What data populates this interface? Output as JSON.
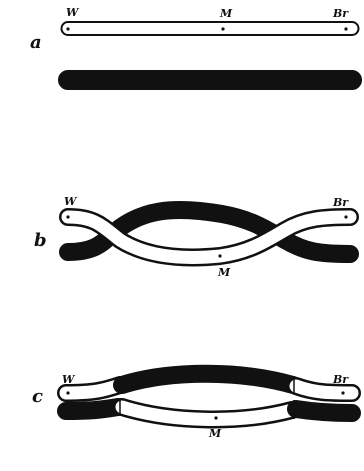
{
  "panels": [
    {
      "label": "a",
      "markers": {
        "left": "W",
        "middle": "M",
        "right": "Br"
      }
    },
    {
      "label": "b",
      "markers": {
        "left": "W",
        "middle": "M",
        "right": "Br"
      }
    },
    {
      "label": "c",
      "markers": {
        "left": "W",
        "middle": "M",
        "right": "Br"
      }
    }
  ],
  "colors": {
    "ink": "#111111",
    "paper": "#ffffff"
  }
}
